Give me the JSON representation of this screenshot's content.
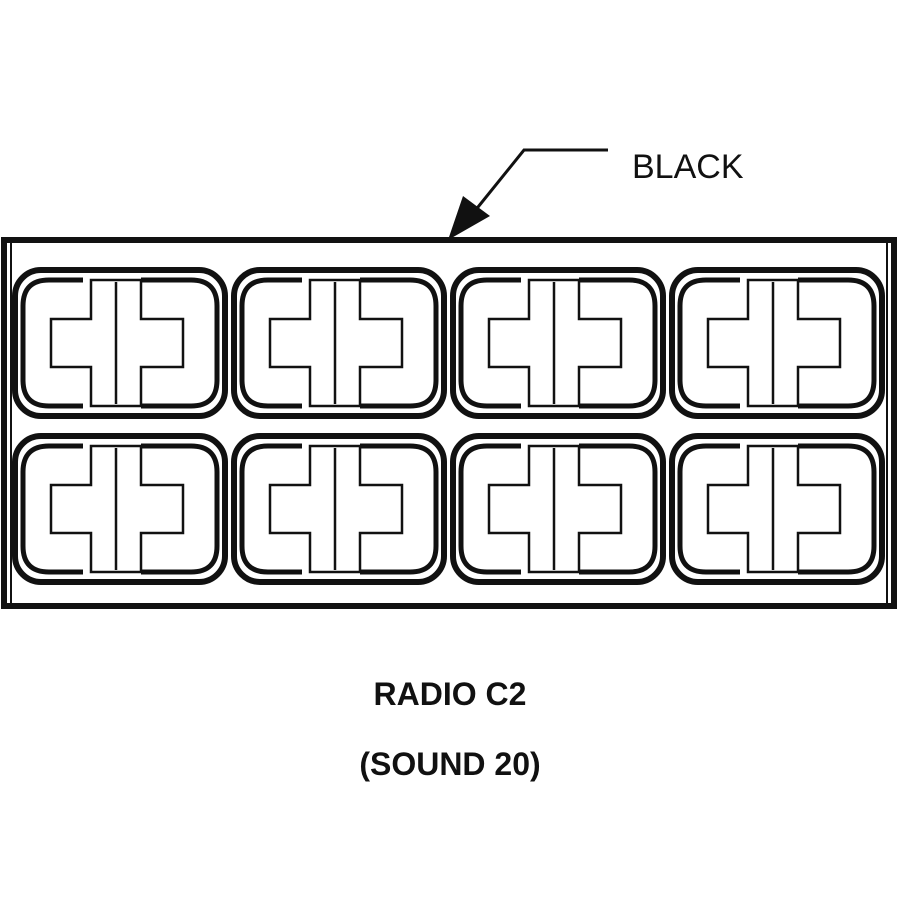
{
  "callout": {
    "label": "BLACK"
  },
  "connector": {
    "color_name": "BLACK",
    "rows": 2,
    "columns": 4
  },
  "caption": {
    "title": "RADIO C2",
    "subtitle": "(SOUND 20)"
  },
  "colors": {
    "line": "#111111",
    "background": "#ffffff"
  }
}
